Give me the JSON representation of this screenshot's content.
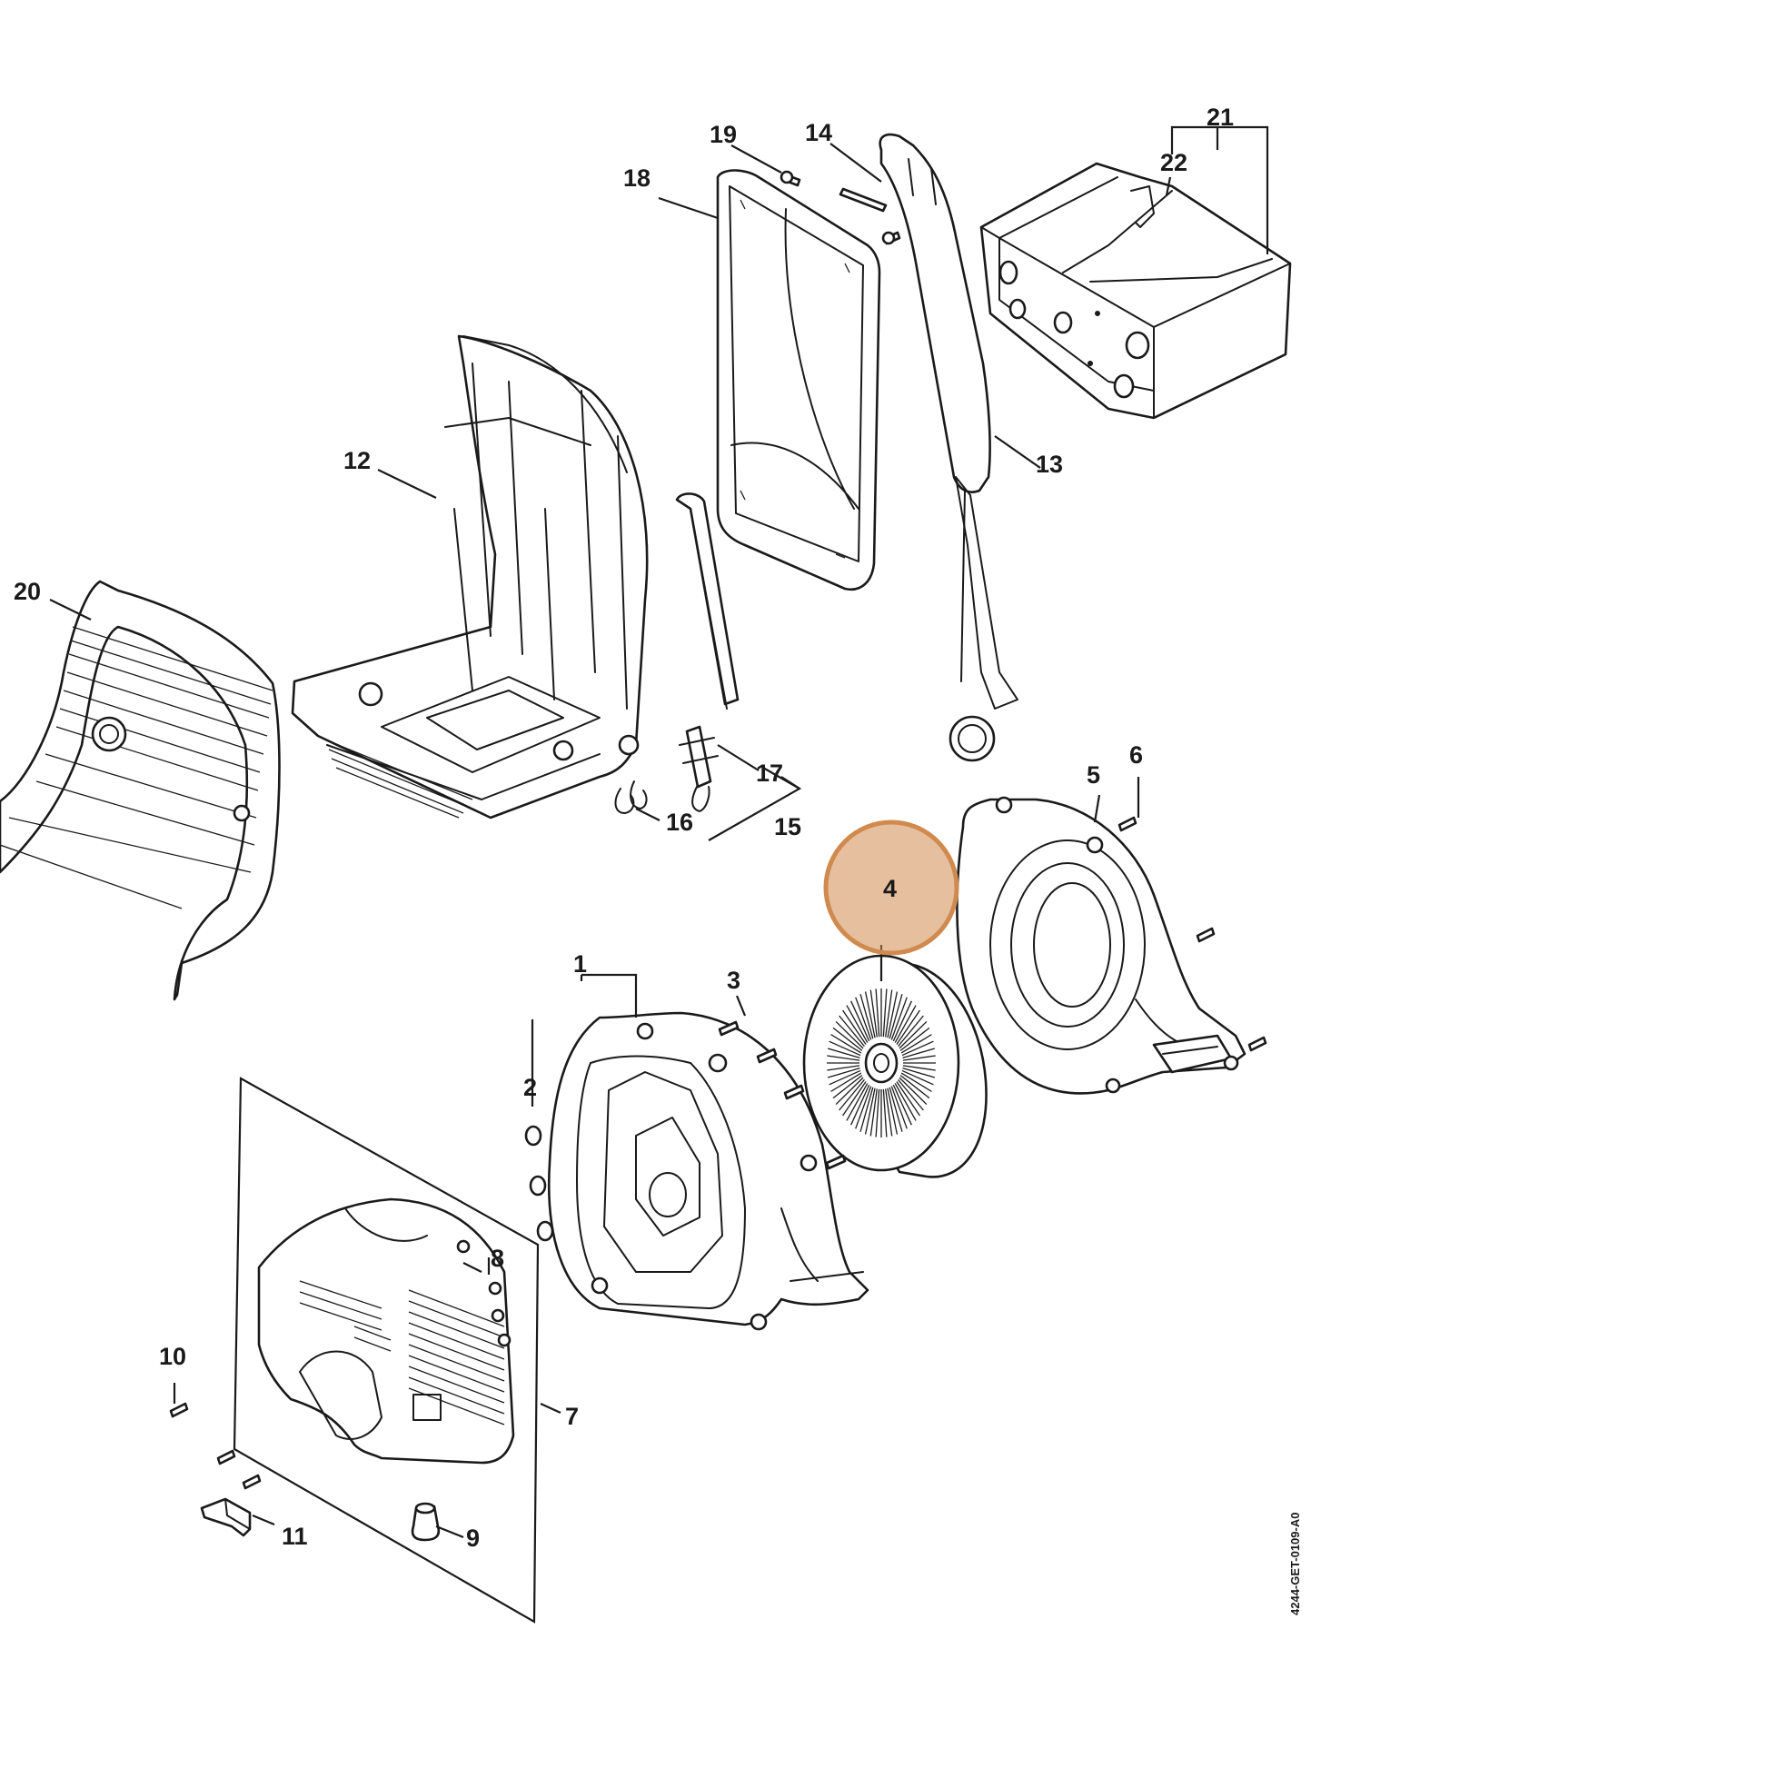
{
  "drawing_code": "4244-GET-0109-A0",
  "highlight": {
    "color": "#d08a4e",
    "part": "4"
  },
  "labels": {
    "p1": "1",
    "p2": "2",
    "p3": "3",
    "p4": "4",
    "p5": "5",
    "p6": "6",
    "p7": "7",
    "p8": "8",
    "p9": "9",
    "p10": "10",
    "p11": "11",
    "p12": "12",
    "p13": "13",
    "p14": "14",
    "p15": "15",
    "p16": "16",
    "p17": "17",
    "p18": "18",
    "p19": "19",
    "p20": "20",
    "p21": "21",
    "p22": "22"
  }
}
